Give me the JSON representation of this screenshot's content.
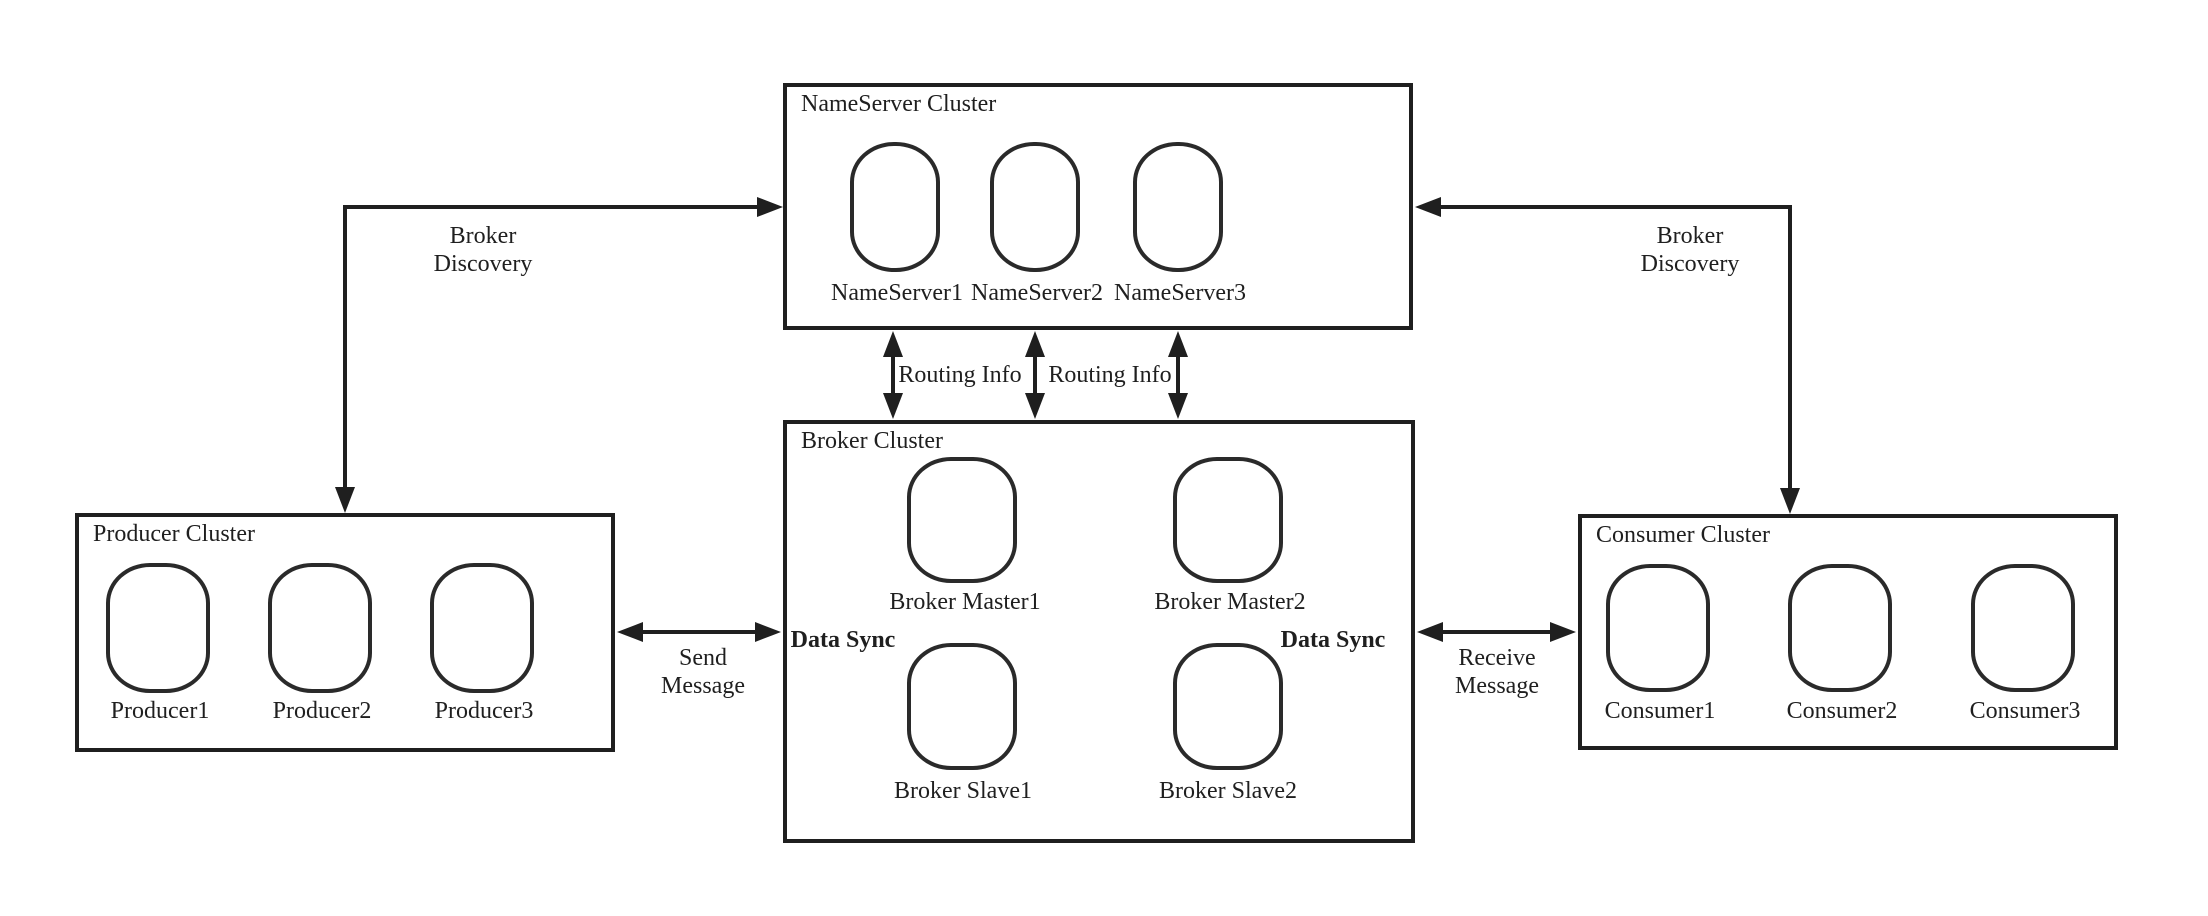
{
  "diagram": {
    "colors": {
      "line": "#1f1f1f",
      "background": "#ffffff"
    },
    "clusters": {
      "nameserver": {
        "title": "NameServer Cluster",
        "nodes": [
          {
            "label": "NameServer1"
          },
          {
            "label": "NameServer2"
          },
          {
            "label": "NameServer3"
          }
        ]
      },
      "broker": {
        "title": "Broker Cluster",
        "nodes": [
          {
            "label": "Broker Master1"
          },
          {
            "label": "Broker Master2"
          },
          {
            "label": "Broker Slave1"
          },
          {
            "label": "Broker Slave2"
          }
        ]
      },
      "producer": {
        "title": "Producer Cluster",
        "nodes": [
          {
            "label": "Producer1"
          },
          {
            "label": "Producer2"
          },
          {
            "label": "Producer3"
          }
        ]
      },
      "consumer": {
        "title": "Consumer Cluster",
        "nodes": [
          {
            "label": "Consumer1"
          },
          {
            "label": "Consumer2"
          },
          {
            "label": "Consumer3"
          }
        ]
      }
    },
    "edges": {
      "broker_discovery_left": {
        "line1": "Broker",
        "line2": "Discovery"
      },
      "broker_discovery_right": {
        "line1": "Broker",
        "line2": "Discovery"
      },
      "routing_info_1": {
        "label": "Routing Info"
      },
      "routing_info_2": {
        "label": "Routing Info"
      },
      "send_message": {
        "line1": "Send",
        "line2": "Message"
      },
      "receive_message": {
        "line1": "Receive",
        "line2": "Message"
      },
      "data_sync_left": {
        "label": "Data Sync"
      },
      "data_sync_right": {
        "label": "Data Sync"
      }
    }
  }
}
